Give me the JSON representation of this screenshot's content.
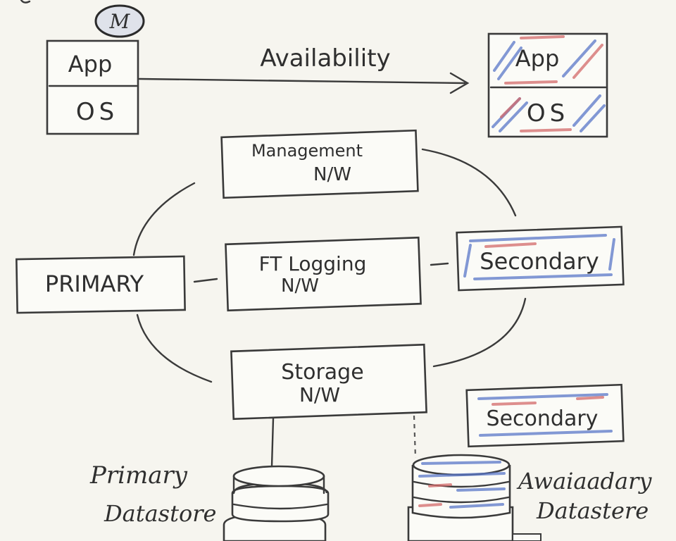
{
  "top_left_vm": {
    "badge": "M",
    "app": "App",
    "os": "OS"
  },
  "top_right_vm": {
    "app": "App",
    "os": "OS"
  },
  "availability_label": "Availability",
  "networks": {
    "management": {
      "line1": "Management",
      "line2": "N/W"
    },
    "ft_logging": {
      "line1": "FT  Logging",
      "line2": "N/W"
    },
    "storage": {
      "line1": "Storage",
      "line2": "N/W"
    }
  },
  "primary_label": "PRIMARY",
  "secondary_label_1": "Secondary",
  "secondary_label_2": "Secondary",
  "primary_datastore": {
    "line1": "Primary",
    "line2": "Datastore"
  },
  "secondary_datastore": {
    "line1": "Awaiaadary",
    "line2": "Datastere"
  },
  "colors": {
    "ink": "#3a3a3a",
    "blue_hatch": "#5a78c9",
    "red_hatch": "#d46a6a",
    "paper": "#f6f5ef"
  }
}
